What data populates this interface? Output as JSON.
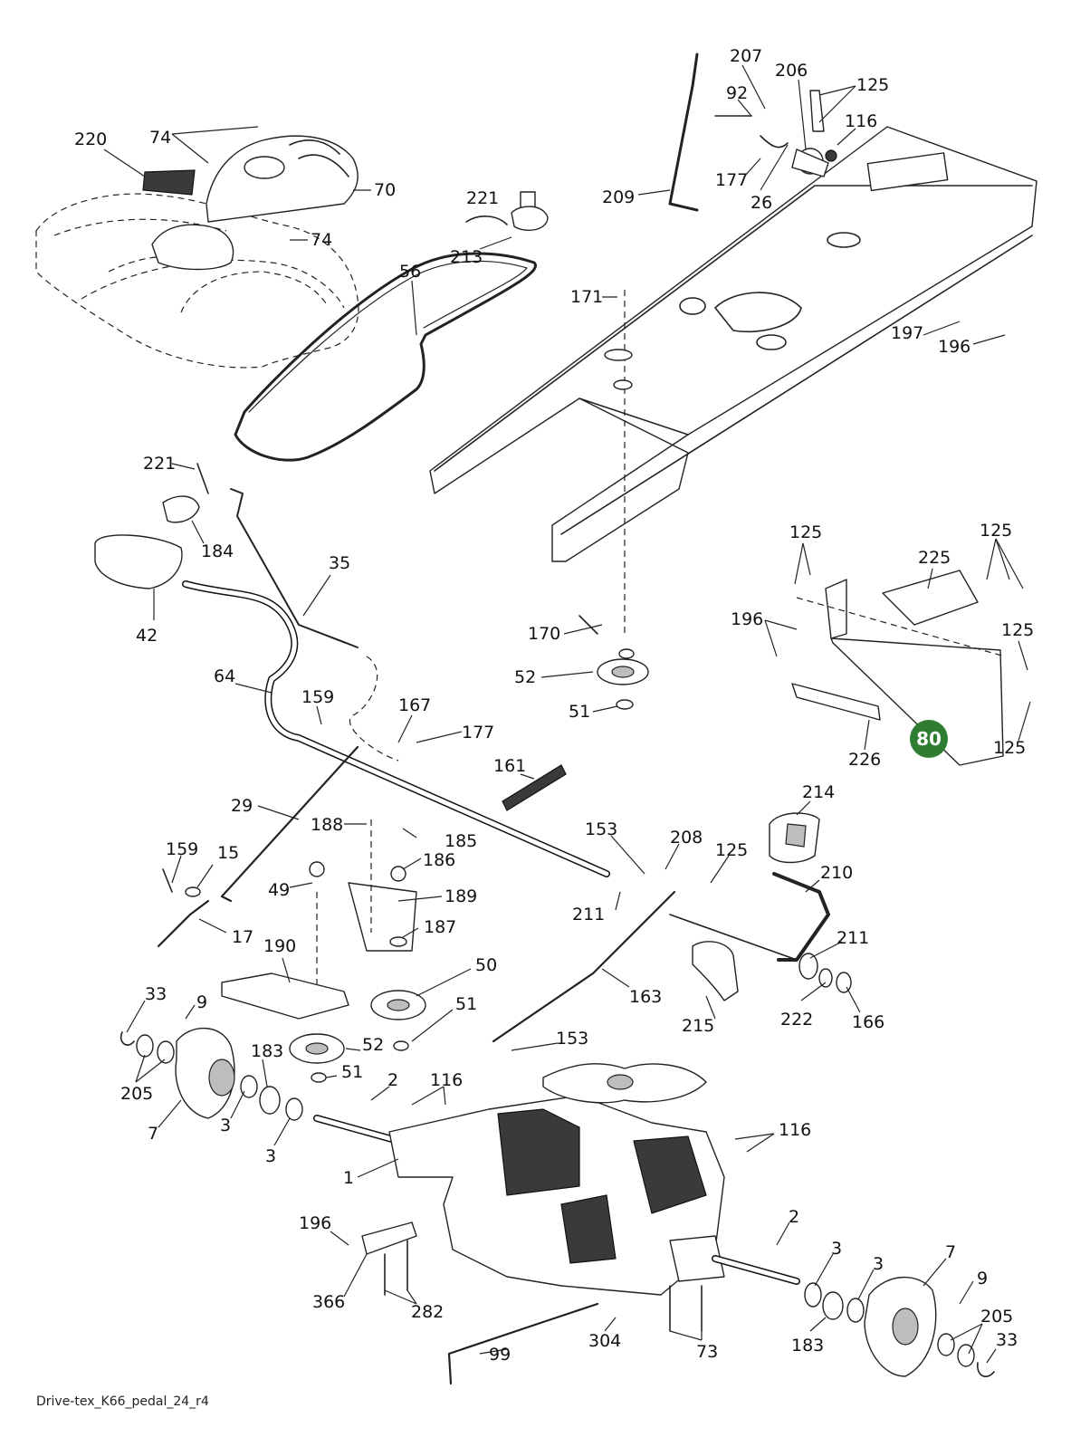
{
  "diagram": {
    "footer_text": "Drive-tex_K66_pedal_24_r4",
    "badge": {
      "text": "80",
      "color": "#2e7d32"
    },
    "labels": [
      "220",
      "74",
      "70",
      "74",
      "221",
      "213",
      "56",
      "207",
      "92",
      "206",
      "125",
      "116",
      "177",
      "26",
      "209",
      "171",
      "197",
      "196",
      "221",
      "184",
      "35",
      "42",
      "170",
      "52",
      "51",
      "125",
      "125",
      "225",
      "196",
      "125",
      "125",
      "226",
      "64",
      "159",
      "167",
      "177",
      "161",
      "29",
      "188",
      "185",
      "186",
      "49",
      "189",
      "187",
      "159",
      "15",
      "17",
      "153",
      "208",
      "125",
      "214",
      "211",
      "210",
      "211",
      "190",
      "50",
      "51",
      "163",
      "222",
      "166",
      "33",
      "9",
      "205",
      "7",
      "183",
      "52",
      "51",
      "2",
      "116",
      "3",
      "3",
      "153",
      "215",
      "116",
      "1",
      "196",
      "366",
      "282",
      "2",
      "3",
      "3",
      "7",
      "9",
      "205",
      "33",
      "183",
      "99",
      "304",
      "73"
    ]
  }
}
